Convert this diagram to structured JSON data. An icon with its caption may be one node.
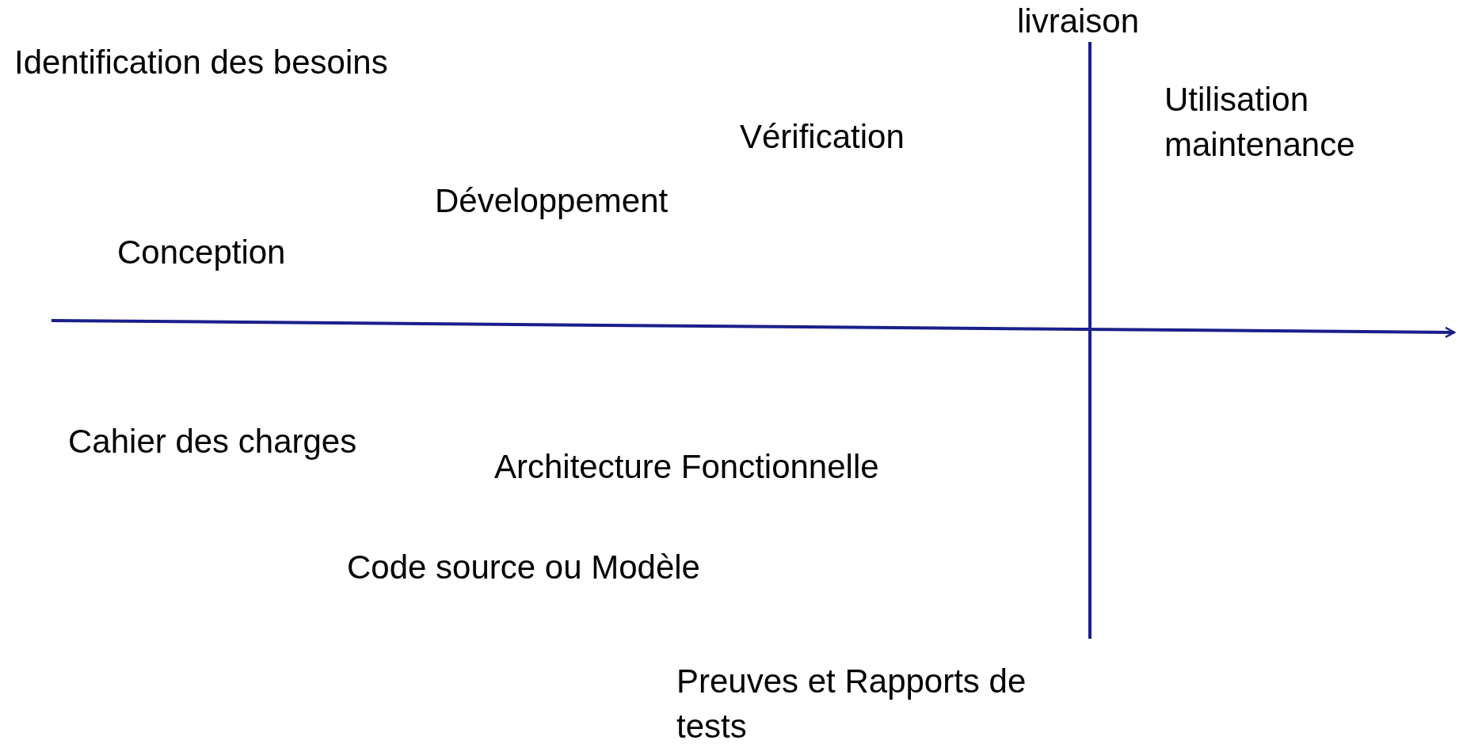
{
  "diagram": {
    "labels": [
      "livraison",
      "Identification des besoins",
      "Utilisation maintenance",
      "Vérification",
      "Développement",
      "Conception",
      "Cahier des charges",
      "Architecture Fonctionnelle",
      "Code source ou Modèle",
      "Preuves et Rapports de tests"
    ]
  }
}
